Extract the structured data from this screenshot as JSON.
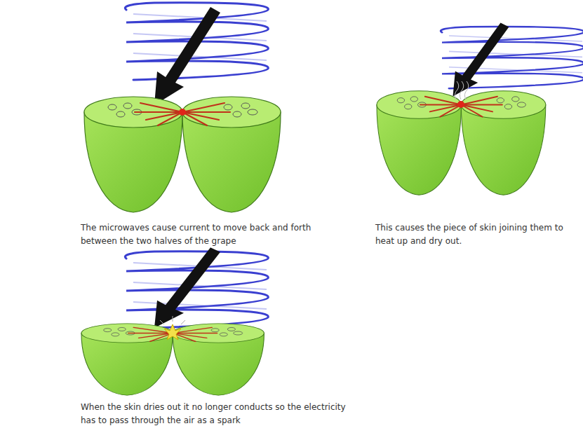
{
  "diagram": {
    "labels": [
      "The microwaves cause current to move back and forth between the two halves of the grape",
      "This causes the piece of skin joining them to heat up and dry out.",
      "When the skin dries out it no longer conducts so the electricity has to pass through the air as a spark"
    ]
  }
}
